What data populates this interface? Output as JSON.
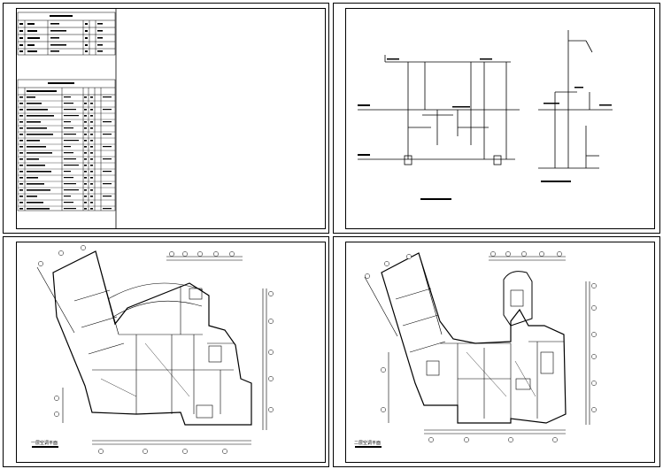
{
  "sheets": [
    {
      "id": "legend-sheet",
      "kind": "legend-tables"
    },
    {
      "id": "riser-sheet",
      "kind": "riser-diagram"
    },
    {
      "id": "floor1-sheet",
      "kind": "floor-plan",
      "caption": "一层空调平面"
    },
    {
      "id": "floor2-sheet",
      "kind": "floor-plan",
      "caption": "二层空调平面"
    }
  ]
}
